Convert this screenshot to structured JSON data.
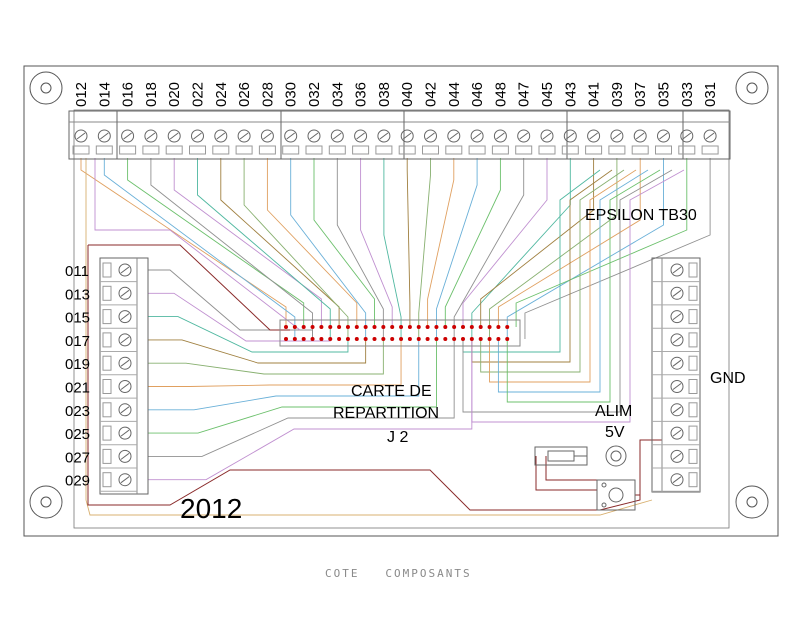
{
  "top_terminals": [
    "012",
    "014",
    "016",
    "018",
    "020",
    "022",
    "024",
    "026",
    "028",
    "030",
    "032",
    "034",
    "036",
    "038",
    "040",
    "042",
    "044",
    "046",
    "048",
    "047",
    "045",
    "043",
    "041",
    "039",
    "037",
    "035",
    "033",
    "031"
  ],
  "left_terminals": [
    "011",
    "013",
    "015",
    "017",
    "019",
    "021",
    "023",
    "025",
    "027",
    "029"
  ],
  "right_block_label": "GND",
  "device_label": "EPSILON TB30",
  "board_label_lines": [
    "CARTE DE",
    "REPARTITION",
    "J 2"
  ],
  "power_label_lines": [
    "ALIM",
    "5V"
  ],
  "year": "2012",
  "footer": "COTE   COMPOSANTS",
  "colors": {
    "outline": "#555555",
    "pad": "#cc0000",
    "traces": [
      "#e0a060",
      "#6ab0d8",
      "#6cc06c",
      "#909090",
      "#c090d0",
      "#50b8a0",
      "#a08040",
      "#88b070"
    ]
  }
}
